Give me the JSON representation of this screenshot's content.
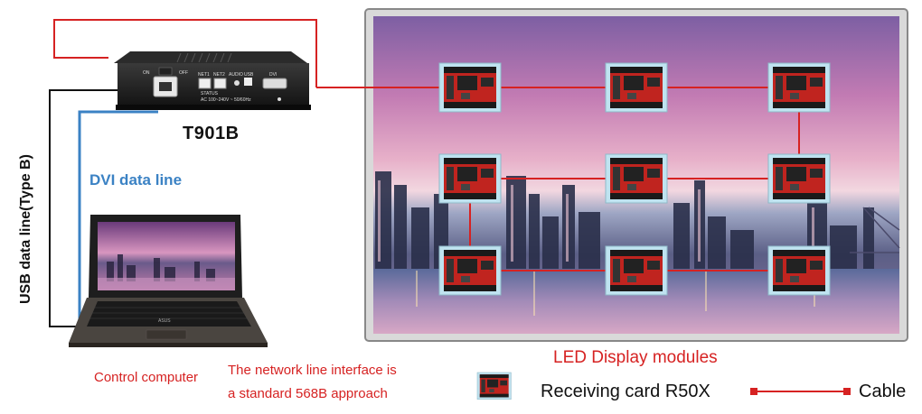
{
  "controller": {
    "model": "T901B",
    "port_labels": [
      "ON",
      "OFF",
      "NET1",
      "NET2",
      "AUDIO",
      "USB",
      "DVI",
      "STATUS"
    ],
    "rating": "AC 100~240V ~ 50/60Hz"
  },
  "lines": {
    "dvi_label": "DVI data line",
    "usb_label": "USB data line(Type B)"
  },
  "laptop": {
    "brand": "ASUS",
    "label": "Control computer"
  },
  "network_note": {
    "line1": "The network line interface is",
    "line2": "a standard 568B approach"
  },
  "display": {
    "label": "LED Display modules"
  },
  "legend": {
    "card_label": "Receiving card R50X",
    "cable_label": "Cable"
  },
  "colors": {
    "cable": "#d62222",
    "dvi": "#3b82c4",
    "usb": "#111111"
  }
}
